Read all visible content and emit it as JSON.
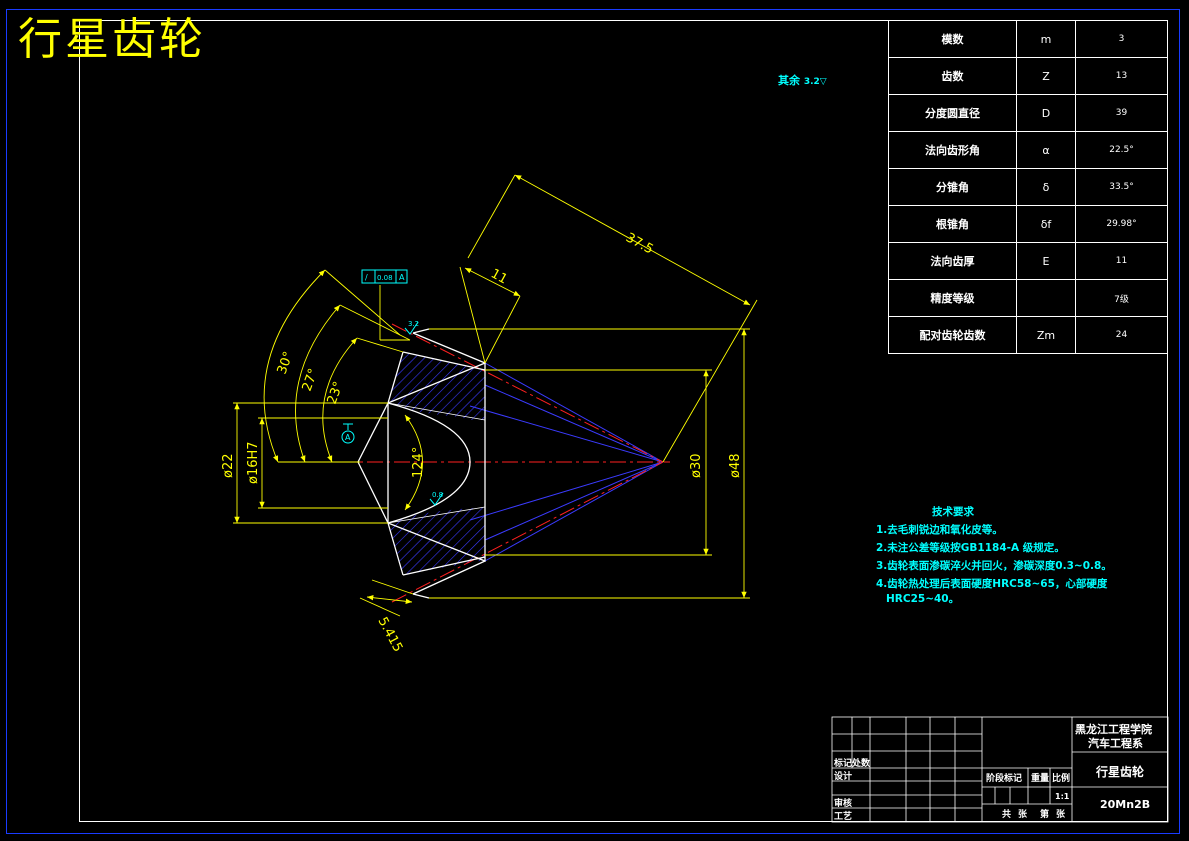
{
  "title": "行星齿轮",
  "param_table": {
    "rows": [
      {
        "name": "模数",
        "symbol": "m",
        "value": "3"
      },
      {
        "name": "齿数",
        "symbol": "Z",
        "value": "13"
      },
      {
        "name": "分度圆直径",
        "symbol": "D",
        "value": "39"
      },
      {
        "name": "法向齿形角",
        "symbol": "α",
        "value": "22.5°"
      },
      {
        "name": "分锥角",
        "symbol": "δ",
        "value": "33.5°"
      },
      {
        "name": "根锥角",
        "symbol": "δf",
        "value": "29.98°"
      },
      {
        "name": "法向齿厚",
        "symbol": "E",
        "value": "11"
      },
      {
        "name": "精度等级",
        "symbol": "",
        "value": "7级"
      },
      {
        "name": "配对齿轮齿数",
        "symbol": "Zm",
        "value": "24"
      }
    ]
  },
  "roughness_note": "其余",
  "roughness_value": "3.2",
  "dimensions": {
    "len_37_5": "37.5",
    "len_11": "11",
    "ang_30": "30°",
    "ang_27": "27°",
    "ang_23": "23°",
    "ang_124": "124°",
    "dia_22": "ø22",
    "dia_16h7": "ø16H7",
    "dia_30": "ø30",
    "dia_48": "ø48",
    "len_5415": "5.415",
    "tol_value": "0.08",
    "tol_datum": "A",
    "datum_label": "A",
    "surf_1": "3.2",
    "surf_2": "0.8"
  },
  "tech_requirements": {
    "heading": "技术要求",
    "items": [
      "1.去毛刺锐边和氧化皮等。",
      "2.未注公差等级按GB1184-A 级规定。",
      "3.齿轮表面渗碳淬火并回火，渗碳深度0.3~0.8。",
      "4.齿轮热处理后表面硬度HRC58~65，心部硬度",
      "HRC25~40。"
    ]
  },
  "title_block": {
    "school": "黑龙江工程学院",
    "dept": "汽车工程系",
    "part_name": "行星齿轮",
    "material": "20Mn2B",
    "mark_label": "标记处数",
    "design": "设计",
    "review": "审核",
    "process": "工艺",
    "stage_label": "阶段标记",
    "weight_label": "重量",
    "scale_label": "比例",
    "scale_value": "1:1",
    "total_label": "共",
    "sheet_unit": "张",
    "page_label": "第",
    "page_unit": "张"
  },
  "colors": {
    "background": "#000000",
    "outline": "#ffffff",
    "dimension": "#ffff00",
    "annotation": "#00ffff",
    "centerline": "#ff2020",
    "hatch": "#3b3bff",
    "border": "#1a3cff"
  }
}
